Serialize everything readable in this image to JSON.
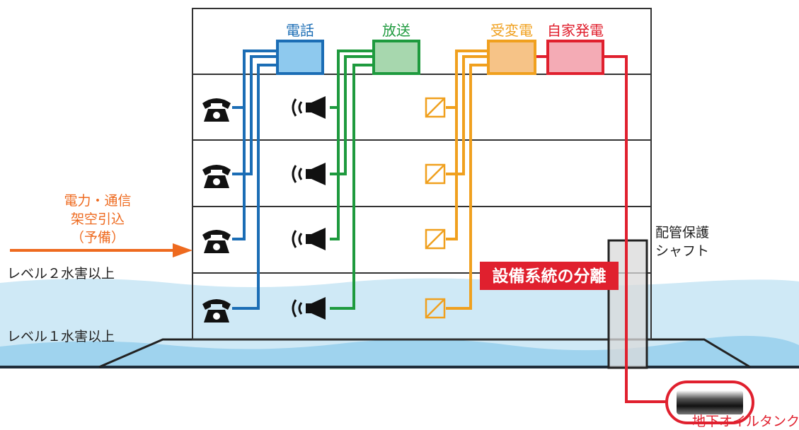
{
  "systems": {
    "phone": {
      "label": "電話",
      "color": "#1b6db5",
      "fill": "#8ec9ee"
    },
    "broadcast": {
      "label": "放送",
      "color": "#1e9a3e",
      "fill": "#a7d7ae"
    },
    "substation": {
      "label": "受変電",
      "color": "#f0a01e",
      "fill": "#f6c387"
    },
    "generator": {
      "label": "自家発電",
      "color": "#e0202e",
      "fill": "#f4abb5"
    }
  },
  "incoming": {
    "lines": [
      "電力・通信",
      "架空引込",
      "（予備）"
    ],
    "color": "#ee6a1f"
  },
  "levels": {
    "level2": "レベル２水害以上",
    "level1": "レベル１水害以上"
  },
  "shaft": {
    "lines": [
      "配管保護",
      "シャフト"
    ]
  },
  "separation_label": "設備系統の分離",
  "tank_label": "地下オイルタンク",
  "floors_with_devices": 4,
  "icons": [
    "telephone-icon",
    "speaker-icon",
    "breaker-icon"
  ]
}
